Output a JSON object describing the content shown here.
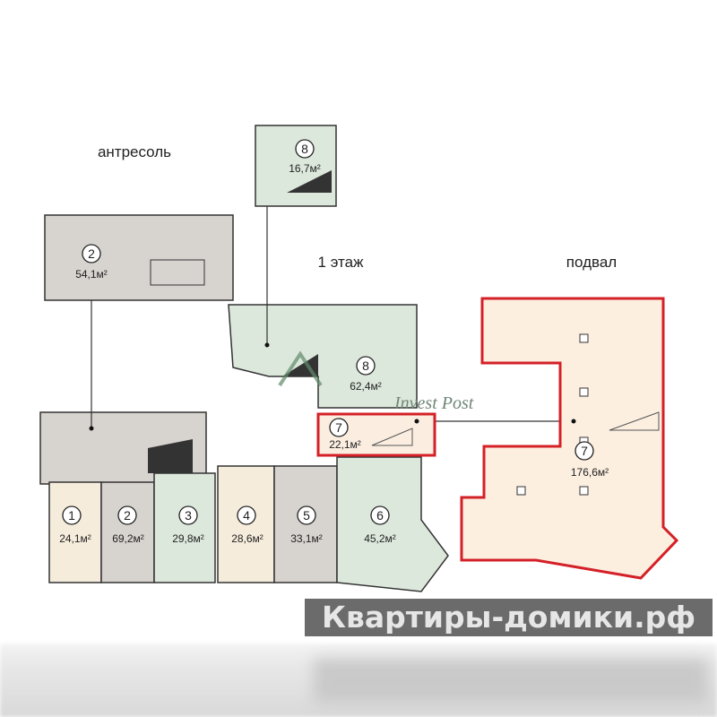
{
  "labels": {
    "mezzanine": "антресоль",
    "first_floor": "1 этаж",
    "basement": "подвал"
  },
  "rooms": {
    "mezz_2": {
      "num": "2",
      "area": "54,1м²"
    },
    "top_8": {
      "num": "8",
      "area": "16,7м²"
    },
    "ff_8": {
      "num": "8",
      "area": "62,4м²"
    },
    "ff_7": {
      "num": "7",
      "area": "22,1м²"
    },
    "base_7": {
      "num": "7",
      "area": "176,6м²"
    },
    "r1": {
      "num": "1",
      "area": "24,1м²"
    },
    "r2": {
      "num": "2",
      "area": "69,2м²"
    },
    "r3": {
      "num": "3",
      "area": "29,8м²"
    },
    "r4": {
      "num": "4",
      "area": "28,6м²"
    },
    "r5": {
      "num": "5",
      "area": "33,1м²"
    },
    "r6": {
      "num": "6",
      "area": "45,2м²"
    }
  },
  "watermarks": {
    "invest": "Invest Post",
    "site": "Квартиры-домики.рф"
  },
  "colors": {
    "grey": "#d7d3cf",
    "green": "#dde8dc",
    "beige": "#f6ecdc",
    "highlight": "#d42027",
    "basement_fill": "#fcefe0"
  }
}
